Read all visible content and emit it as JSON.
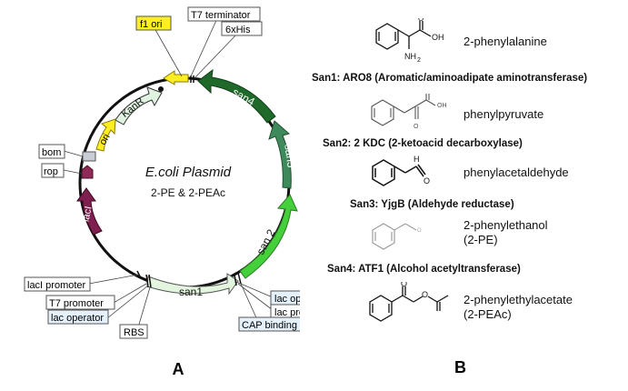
{
  "plasmid": {
    "title": "E.coli Plasmid",
    "subtitle": "2-PE & 2-PEAc",
    "genes": {
      "san1": "san1",
      "san2": "san 2",
      "san3": "san3",
      "san4": "san4",
      "kanr": "KanR",
      "ori": "ori",
      "laci": "lacI"
    },
    "labels": {
      "f1_ori": "f1 ori",
      "t7_terminator": "T7 terminator",
      "his": "6xHis",
      "bom": "bom",
      "rop": "rop",
      "laci_promoter": "lacI promoter",
      "t7_promoter": "T7 promoter",
      "lac_operator_left": "lac operator",
      "rbs": "RBS",
      "lac_operator_right": "lac operator",
      "lac_promoter": "lac promoter",
      "cap_site": "CAP binding site"
    },
    "colors": {
      "san1": "#e3f5df",
      "san2": "#44d03a",
      "san3": "#3e8a5c",
      "san4": "#1f6a2b",
      "kanr": "#dff3e0",
      "ori": "#ffee22",
      "f1_ori": "#ffee22",
      "laci": "#7f1f4f",
      "rop": "#8e2a55",
      "bom": "#c8cdd6"
    }
  },
  "pathway": {
    "compounds": [
      "2-phenylalanine",
      "phenylpyruvate",
      "phenylacetaldehyde",
      "2-phenylethanol\n(2-PE)",
      "2-phenylethylacetate\n(2-PEAc)"
    ],
    "enzymes": [
      "San1: ARO8 (Aromatic/aminoadipate aminotransferase)",
      "San2: 2 KDC (2-ketoacid decarboxylase)",
      "San3: YjgB (Aldehyde reductase)",
      "San4: ATF1 (Alcohol acetyltransferase)"
    ],
    "atoms": {
      "oh1": "OH",
      "nh2": "NH",
      "nh2_sub": "2",
      "o1": "O",
      "oh2": "OH",
      "o2": "O",
      "o3": "O",
      "h": "H",
      "o4": "O",
      "o5": "O",
      "o6": "O"
    }
  },
  "panels": {
    "a": "A",
    "b": "B"
  }
}
